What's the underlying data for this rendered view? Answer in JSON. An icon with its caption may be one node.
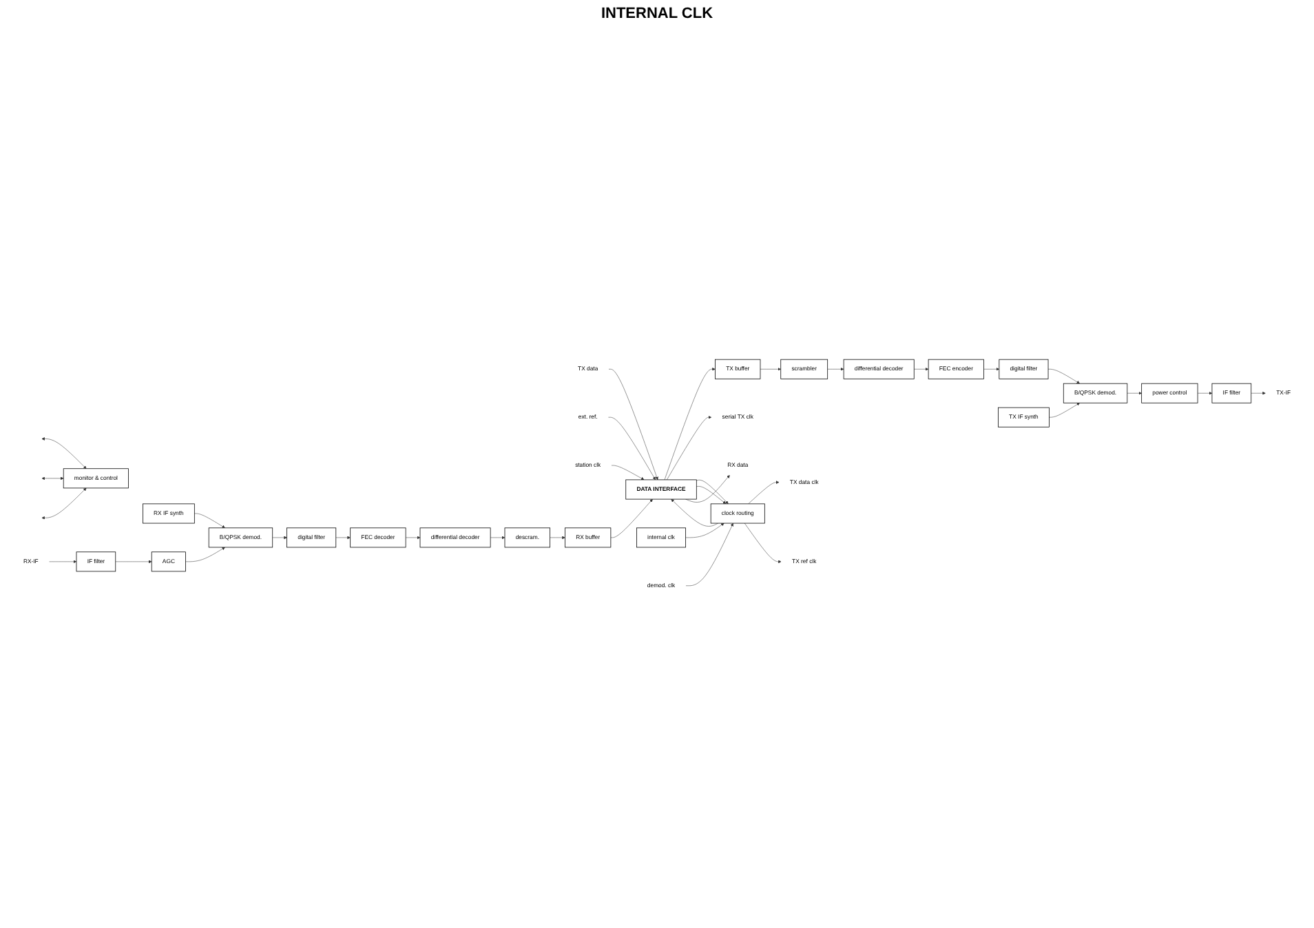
{
  "diagram": {
    "nodes": [
      {
        "text": [
          "TX data"
        ]
      },
      {
        "text": [
          "DATA INTERFACE"
        ]
      },
      {
        "text": [
          "TX buffer"
        ]
      },
      {
        "text": [
          "scrambler"
        ]
      },
      {
        "text": [
          "differential decoder"
        ]
      },
      {
        "text": [
          "FEC encoder"
        ]
      },
      {
        "text": [
          "digital filter"
        ]
      },
      {
        "text": [
          "B/QPSK demod."
        ]
      },
      {
        "text": [
          "power control"
        ]
      },
      {
        "text": [
          "IF filter"
        ]
      },
      {
        "text": [
          "TX-IF"
        ]
      },
      {
        "text": [
          "TX IF synth"
        ]
      },
      {
        "text": [
          "TX data clk"
        ]
      },
      {
        "text": [
          "TX ref clk"
        ]
      },
      {
        "text": [
          "serial TX clk"
        ]
      },
      {
        "text": [
          "ext. ref."
        ]
      },
      {
        "text": [
          "station clk"
        ]
      },
      {
        "text": [
          "clock routing"
        ]
      },
      {
        "text": [
          "internal clk"
        ]
      },
      {
        "text": [
          "demod. clk"
        ]
      },
      {
        "text": [
          "monitor & control"
        ]
      },
      {
        "text": [
          "RX IF synth"
        ]
      },
      {
        "text": [
          "RX-IF"
        ]
      },
      {
        "text": [
          "IF filter"
        ]
      },
      {
        "text": [
          "AGC"
        ]
      },
      {
        "text": [
          "B/QPSK demod."
        ]
      },
      {
        "text": [
          "digital filter"
        ]
      },
      {
        "text": [
          "RX buffer"
        ]
      },
      {
        "text": [
          "descram."
        ]
      },
      {
        "text": [
          "differential decoder"
        ]
      },
      {
        "text": [
          "FEC decoder"
        ]
      },
      {
        "text": [
          "RX data"
        ]
      }
    ],
    "edges": [
      {
        "from": 0,
        "to": 1,
        "arrow": "to"
      },
      {
        "from": 1,
        "to": 2,
        "arrow": "to"
      },
      {
        "from": 2,
        "to": 3,
        "arrow": "to"
      },
      {
        "from": 3,
        "to": 4,
        "arrow": "to"
      },
      {
        "from": 4,
        "to": 5,
        "arrow": "to"
      },
      {
        "from": 5,
        "to": 6,
        "arrow": "to"
      },
      {
        "from": 6,
        "to": 7,
        "arrow": "to"
      },
      {
        "from": 7,
        "to": 8,
        "arrow": "to"
      },
      {
        "from": 8,
        "to": 9,
        "arrow": "to"
      },
      {
        "from": 9,
        "to": 10,
        "arrow": "to"
      },
      {
        "from": 11,
        "to": 7,
        "arrow": "to"
      },
      {
        "from": 17,
        "to": 12,
        "arrow": "to"
      },
      {
        "from": 17,
        "to": 13,
        "arrow": "to"
      },
      {
        "from": 17,
        "to": 1,
        "arrow": "to"
      },
      {
        "from": 1,
        "to": 14,
        "arrow": "to"
      },
      {
        "from": 15,
        "to": 1,
        "arrow": "to"
      },
      {
        "from": 1,
        "to": 17,
        "arrow": "to"
      },
      {
        "from": 16,
        "to": 1,
        "arrow": "to"
      },
      {
        "from": 1,
        "to": 17,
        "arrow": "to"
      },
      {
        "from": 18,
        "to": 17,
        "arrow": "to"
      },
      {
        "from": 19,
        "to": 17,
        "arrow": "to"
      },
      {
        "from": 20,
        "to": null,
        "arrow": "both"
      },
      {
        "from": 20,
        "to": null,
        "arrow": "both"
      },
      {
        "from": 20,
        "to": null,
        "arrow": "both"
      },
      {
        "from": 21,
        "to": 25,
        "arrow": "to"
      },
      {
        "from": 22,
        "to": 23,
        "arrow": "to"
      },
      {
        "from": 23,
        "to": 24,
        "arrow": "to"
      },
      {
        "from": 24,
        "to": 25,
        "arrow": "to"
      },
      {
        "from": 25,
        "to": 26,
        "arrow": "to"
      },
      {
        "from": 26,
        "to": 30,
        "arrow": "to"
      },
      {
        "from": 30,
        "to": 29,
        "arrow": "to"
      },
      {
        "from": 29,
        "to": 28,
        "arrow": "to"
      },
      {
        "from": 28,
        "to": 27,
        "arrow": "to"
      },
      {
        "from": 27,
        "to": 1,
        "arrow": "to"
      },
      {
        "from": 1,
        "to": 31,
        "arrow": "to"
      }
    ],
    "labels": [
      "INTERNAL CLK"
    ]
  }
}
